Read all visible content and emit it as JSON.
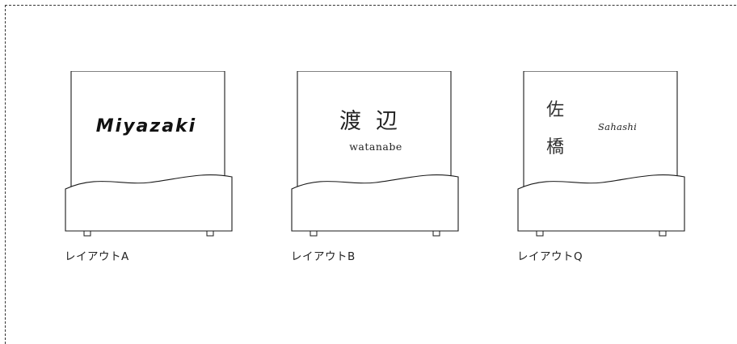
{
  "layouts": [
    {
      "caption": "レイアウトA",
      "name": "Miyazaki"
    },
    {
      "caption": "レイアウトB",
      "kanji_1": "渡",
      "kanji_2": "辺",
      "romaji": "watanabe"
    },
    {
      "caption": "レイアウトQ",
      "kanji_1": "佐",
      "kanji_2": "橋",
      "script": "Sahashi"
    }
  ],
  "colors": {
    "line": "#1a1a1a",
    "frame_border": "#333333"
  }
}
